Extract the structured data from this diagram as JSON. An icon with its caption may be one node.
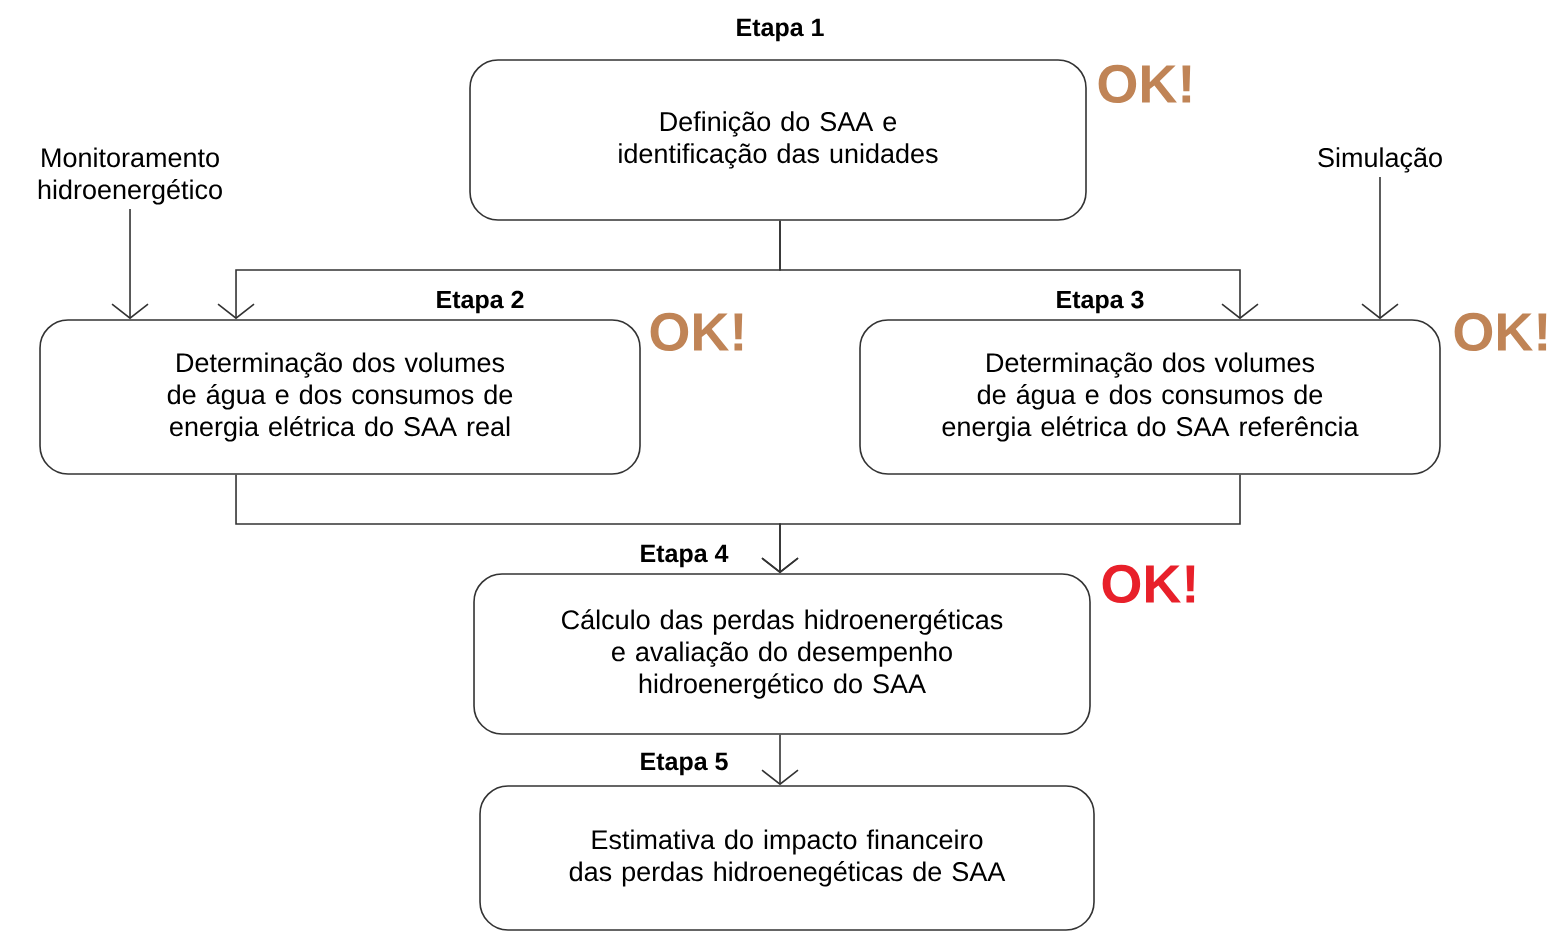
{
  "diagram": {
    "nodes": [
      {
        "text": [
          "Monitoramento hidroenergético"
        ]
      },
      {
        "text": [
          "Etapa 1",
          "Definição do SAA e identificação das unidades"
        ],
        "beside": [
          "OK!"
        ]
      },
      {
        "text": [
          "Simulação"
        ]
      },
      {
        "text": [
          "Etapa 2",
          "Determinação dos volumes de água e dos consumos de energia elétrica do SAA real"
        ],
        "beside": [
          "OK!"
        ]
      },
      {
        "text": [
          "Etapa 3",
          "Determinação dos volumes de água e dos consumos de energia elétrica do SAA referência"
        ],
        "beside": [
          "OK!"
        ]
      },
      {
        "text": [
          "Etapa 4",
          "Cálculo das perdas hidroenergéticas e avaliação do desempenho hidroenergético do SAA"
        ],
        "beside": [
          "OK!"
        ]
      },
      {
        "text": [
          "Etapa 5",
          "Estimativa do impacto financeiro das perdas hidroenegéticas de SAA"
        ]
      }
    ],
    "edges": [
      {
        "from": 1,
        "to": 3,
        "arrow": "to"
      },
      {
        "from": 1,
        "to": 4,
        "arrow": "to"
      },
      {
        "from": 0,
        "to": 3,
        "arrow": "to"
      },
      {
        "from": 2,
        "to": 4,
        "arrow": "to"
      },
      {
        "from": 3,
        "to": 5,
        "arrow": "to"
      },
      {
        "from": 4,
        "to": 5,
        "arrow": "to"
      },
      {
        "from": 5,
        "to": 6,
        "arrow": "to"
      }
    ]
  }
}
